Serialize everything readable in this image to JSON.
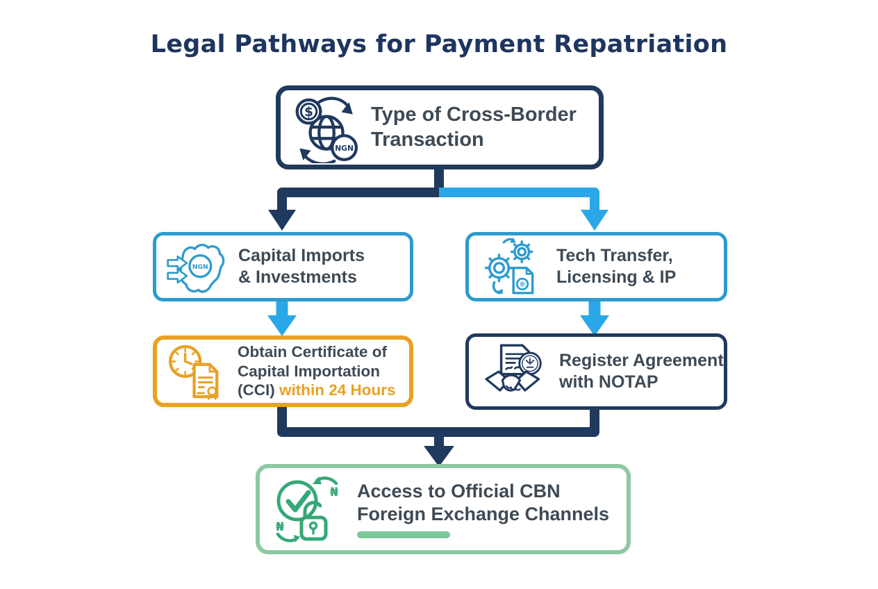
{
  "page": {
    "title": "Legal Pathways for Payment Repatriation",
    "background": "#FFFFFF",
    "title_color": "#1E355F"
  },
  "colors": {
    "navy": "#20395E",
    "arrow_blue": "#2AA7E8",
    "box_blue": "#2D9BCE",
    "orange": "#E8A124",
    "green_border": "#8CC9A2",
    "green_icon": "#35A877",
    "underline_green": "#7CC79A",
    "text_slate": "#3E4A54"
  },
  "nodes": {
    "transaction_type": {
      "label": "Type of Cross-Border\nTransaction",
      "icon": "globe-currency-exchange-icon",
      "glyph_dollar": "$",
      "glyph_ngn": "NGN"
    },
    "capital_imports": {
      "label": "Capital Imports\n& Investments",
      "icon": "nigeria-map-inflow-icon",
      "glyph_ngn": "NGN"
    },
    "tech_transfer": {
      "label": "Tech Transfer,\nLicensing & IP",
      "icon": "gears-ip-document-icon",
      "glyph_registered": "®"
    },
    "cci": {
      "label_main": "Obtain Certificate of\nCapital Importation\n(CCI) ",
      "label_highlight": "within 24 Hours",
      "icon": "clock-certificate-icon"
    },
    "notap": {
      "label": "Register Agreement\nwith NOTAP",
      "icon": "handshake-agreement-icon"
    },
    "cbn_fx": {
      "label": "Access to Official CBN\nForeign Exchange Channels",
      "icon": "check-unlock-naira-icon",
      "glyph_naira_top": "₦",
      "glyph_naira_bottom": "₦"
    }
  }
}
